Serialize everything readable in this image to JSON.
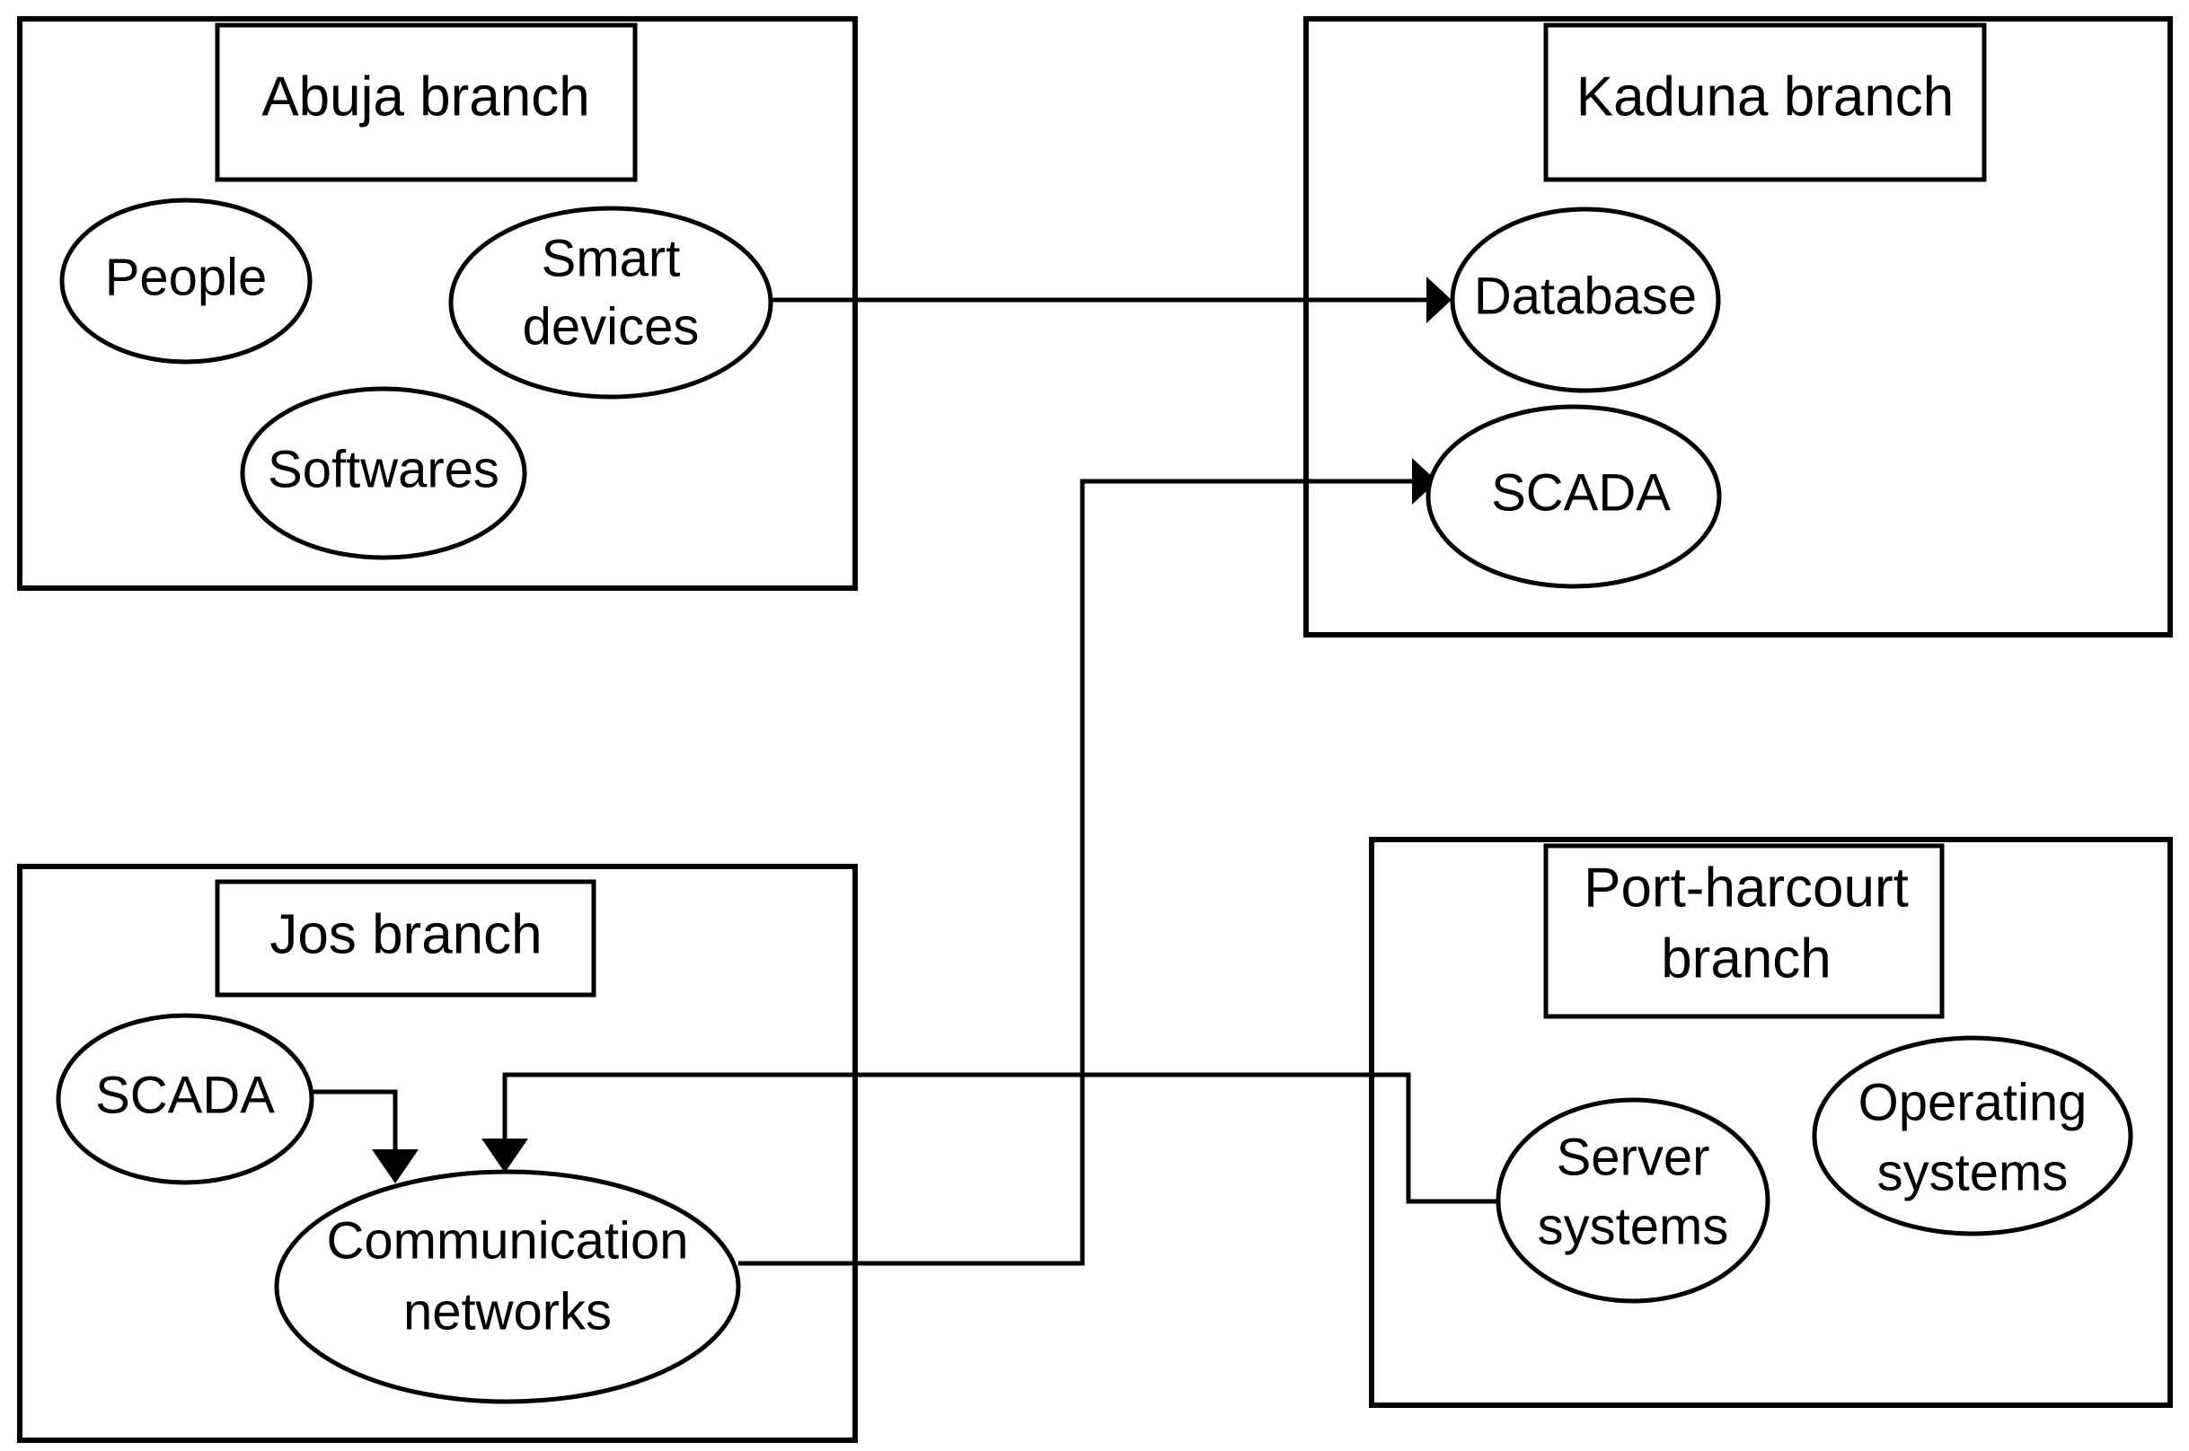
{
  "diagram": {
    "type": "network-architecture-block-diagram",
    "background_color": "#ffffff",
    "line_color": "#000000",
    "branches": [
      {
        "id": "abuja",
        "title": "Abuja branch",
        "nodes": [
          {
            "id": "abuja-people",
            "label": "People"
          },
          {
            "id": "abuja-smart-devices",
            "label_line1": "Smart",
            "label_line2": "devices"
          },
          {
            "id": "abuja-softwares",
            "label": "Softwares"
          }
        ]
      },
      {
        "id": "kaduna",
        "title": "Kaduna branch",
        "nodes": [
          {
            "id": "kaduna-database",
            "label": "Database"
          },
          {
            "id": "kaduna-scada",
            "label": "SCADA"
          }
        ]
      },
      {
        "id": "jos",
        "title": "Jos branch",
        "nodes": [
          {
            "id": "jos-scada",
            "label": "SCADA"
          },
          {
            "id": "jos-communication-networks",
            "label_line1": "Communication",
            "label_line2": "networks"
          }
        ]
      },
      {
        "id": "port-harcourt",
        "title_line1": "Port-harcourt",
        "title_line2": "branch",
        "nodes": [
          {
            "id": "ph-server-systems",
            "label_line1": "Server",
            "label_line2": "systems"
          },
          {
            "id": "ph-operating-systems",
            "label_line1": "Operating",
            "label_line2": "systems"
          }
        ]
      }
    ],
    "connections": [
      {
        "id": "smart-devices-to-database",
        "from": "abuja-smart-devices",
        "to": "kaduna-database",
        "arrow": true
      },
      {
        "id": "communication-networks-to-kaduna-scada",
        "from": "jos-communication-networks",
        "to": "kaduna-scada",
        "arrow": true
      },
      {
        "id": "jos-scada-to-communication-networks",
        "from": "jos-scada",
        "to": "jos-communication-networks",
        "arrow": true
      },
      {
        "id": "server-systems-to-communication-networks",
        "from": "ph-server-systems",
        "to": "jos-communication-networks",
        "arrow": true
      }
    ]
  }
}
